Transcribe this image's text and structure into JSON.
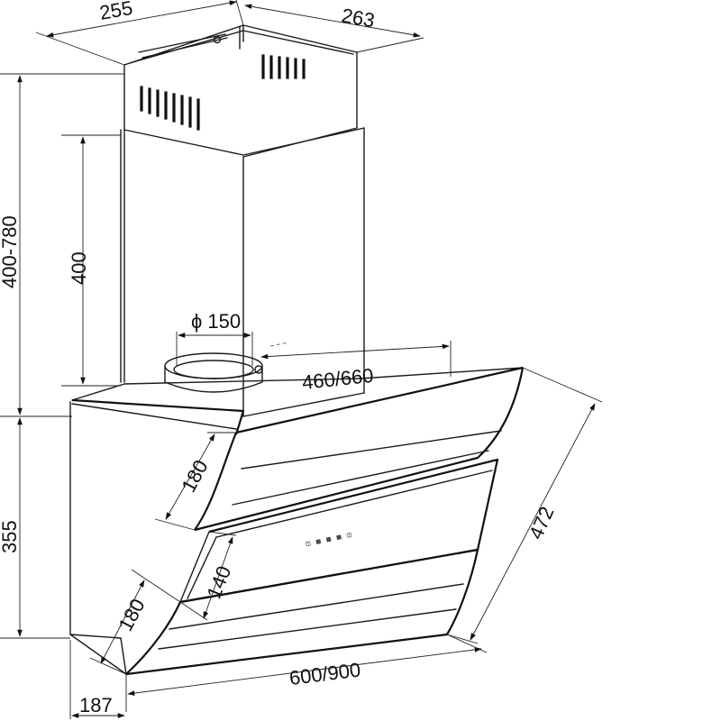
{
  "dimensions": {
    "chimney_width": "255",
    "chimney_depth": "263",
    "total_chimney_height": "400-780",
    "chimney_section_height": "400",
    "duct_diameter": "ϕ 150",
    "hood_depth": "460/660",
    "upper_panel_height": "180",
    "control_panel_height": "140",
    "lower_panel_height": "180",
    "hood_height": "355",
    "front_diagonal": "472",
    "hood_width": "600/900",
    "bottom_offset": "187"
  },
  "control_panel": {
    "buttons_text": "◫ ▩ ▩ ▩ ◫"
  }
}
